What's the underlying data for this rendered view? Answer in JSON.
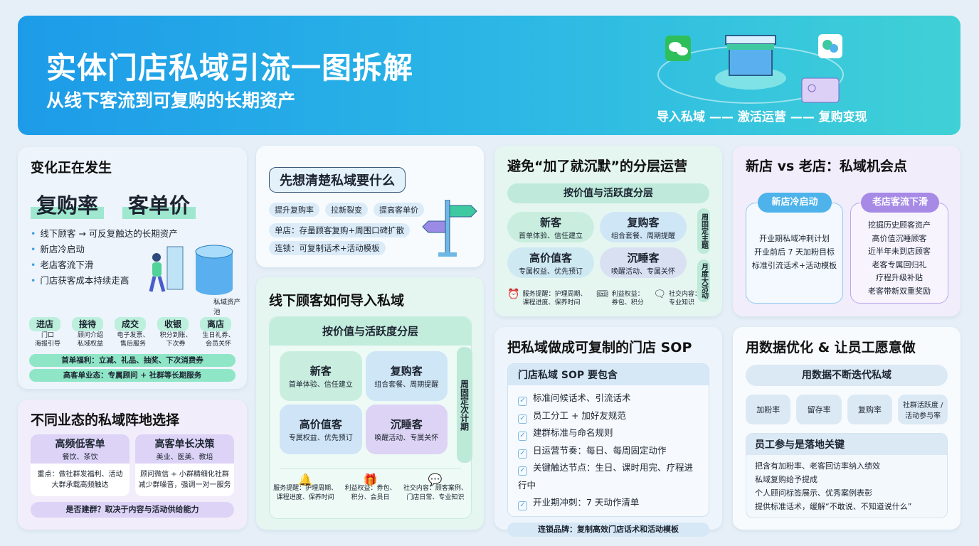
{
  "header": {
    "title": "实体门店私域引流一图拆解",
    "subtitle": "从线下客流到可复购的长期资产",
    "flow": "导入私域 —— 激活运营 —— 复购变现"
  },
  "change": {
    "title": "变化正在发生",
    "big": [
      "复购率",
      "客单价"
    ],
    "bullets": [
      "线下顾客 → 可反复触达的长期资产",
      "新店冷启动",
      "老店客流下滑",
      "门店获客成本持续走高"
    ],
    "pool_label": "私域资产池",
    "steps": [
      {
        "label": "进店",
        "sub": "门口\n海报引导"
      },
      {
        "label": "接待",
        "sub": "顾问介绍\n私域权益"
      },
      {
        "label": "成交",
        "sub": "电子发票、\n售后服务"
      },
      {
        "label": "收银",
        "sub": "积分到账、\n下次券"
      },
      {
        "label": "离店",
        "sub": "生日礼券、\n会员关怀"
      }
    ],
    "bars": [
      "首单福利：立减、礼品、抽奖、下次消费券",
      "高客单业态：专属顾问 + 社群等长期服务"
    ]
  },
  "formats": {
    "title": "不同业态的私域阵地选择",
    "boxes": [
      {
        "title": "高频低客单",
        "sub": "餐饮、茶饮",
        "body": "重点：做社群发福利、活动\n大群承载高频触达"
      },
      {
        "title": "高客单长决策",
        "sub": "美业、医美、教培",
        "body": "顾问微信 + 小群精细化社群\n减少群噪音，强调一对一服务"
      }
    ],
    "footer": "是否建群？取决于内容与活动供给能力"
  },
  "goal": {
    "title": "先想清楚私域要什么",
    "tags": [
      "提升复购率",
      "拉新裂变",
      "提高客单价"
    ],
    "lines": [
      "单店：存量顾客复购+周围口碑扩散",
      "连锁：可复制话术+活动模板"
    ]
  },
  "import": {
    "title": "线下顾客如何导入私域",
    "band": "按价值与活跃度分层",
    "side": "周固定次计期",
    "segments": [
      {
        "name": "新客",
        "desc": "首单体验、信任建立",
        "color": "#c9eedf"
      },
      {
        "name": "复购客",
        "desc": "组合套餐、周期提醒",
        "color": "#cfe6f6"
      },
      {
        "name": "高价值客",
        "desc": "专属权益、优先预订",
        "color": "#cfe4f6"
      },
      {
        "name": "沉睡客",
        "desc": "唤醒活动、专属关怀",
        "color": "#ddd3f4"
      }
    ],
    "icons": [
      {
        "icon": "bell-icon",
        "text": "服务提醒：护理周期、\n课程进度、保养时间"
      },
      {
        "icon": "gift-icon",
        "text": "利益权益：券包、\n积分、会员日"
      },
      {
        "icon": "chat-icon",
        "text": "社交内容：顾客案例、\n门店日常、专业知识"
      }
    ]
  },
  "layered": {
    "title": "避免“加了就沉默”的分层运营",
    "band": "按价值与活跃度分层",
    "side": [
      "周固定主题",
      "月度大活动"
    ],
    "segments": [
      {
        "name": "新客",
        "desc": "首单体验、信任建立"
      },
      {
        "name": "复购客",
        "desc": "组合套餐、周期提醒"
      },
      {
        "name": "高价值客",
        "desc": "专属权益、优先预订"
      },
      {
        "name": "沉睡客",
        "desc": "唤醒活动、专属关怀"
      }
    ],
    "icons": [
      {
        "icon": "clock-bell-icon",
        "text": "服务提醒：护理周期、\n课程进度、保养时间"
      },
      {
        "icon": "ticket-icon",
        "text": "利益权益：\n券包、积分"
      },
      {
        "icon": "message-icon",
        "text": "社交内容：\n专业知识"
      }
    ]
  },
  "sop": {
    "title": "把私域做成可复制的门店 SOP",
    "box_title": "门店私域 SOP 要包含",
    "items": [
      "标准问候话术、引流话术",
      "员工分工 + 加好友规范",
      "建群标准与命名规则",
      "日运营节奏：每日、每周固定动作",
      "关键触达节点：生日、课时用完、疗程进行中",
      "开业期冲刺：7 天动作清单"
    ],
    "footer": "连锁品牌：复制高效门店话术和活动模板"
  },
  "newold": {
    "title": "新店 vs 老店：私域机会点",
    "new": {
      "title": "新店冷启动",
      "lines": [
        "开业期私域冲刺计划",
        "开业前后 7 天加粉目标",
        "标准引流话术+活动模板"
      ]
    },
    "old": {
      "title": "老店客流下滑",
      "lines": [
        "挖掘历史顾客资产",
        "高价值沉睡顾客",
        "近半年未到店顾客",
        "老客专属回归礼",
        "疗程升级补贴",
        "老客带新双重奖励"
      ]
    }
  },
  "data": {
    "title": "用数据优化 & 让员工愿意做",
    "band": "用数据不断迭代私域",
    "metrics": [
      "加粉率",
      "留存率",
      "复购率",
      "社群活跃度 /\n活动参与率"
    ],
    "staff_title": "员工参与是落地关键",
    "staff_lines": [
      "把含有加粉率、老客回访率纳入绩效",
      "私域复购给予提成",
      "个人顾问标签展示、优秀案例表彰",
      "提供标准话术，缓解“不敢说、不知道说什么”"
    ]
  },
  "colors": {
    "header_start": "#1d9be8",
    "header_end": "#3fd1d6",
    "green": "#8fe6c7",
    "blue": "#4db3ea",
    "purple": "#a68ae6"
  }
}
